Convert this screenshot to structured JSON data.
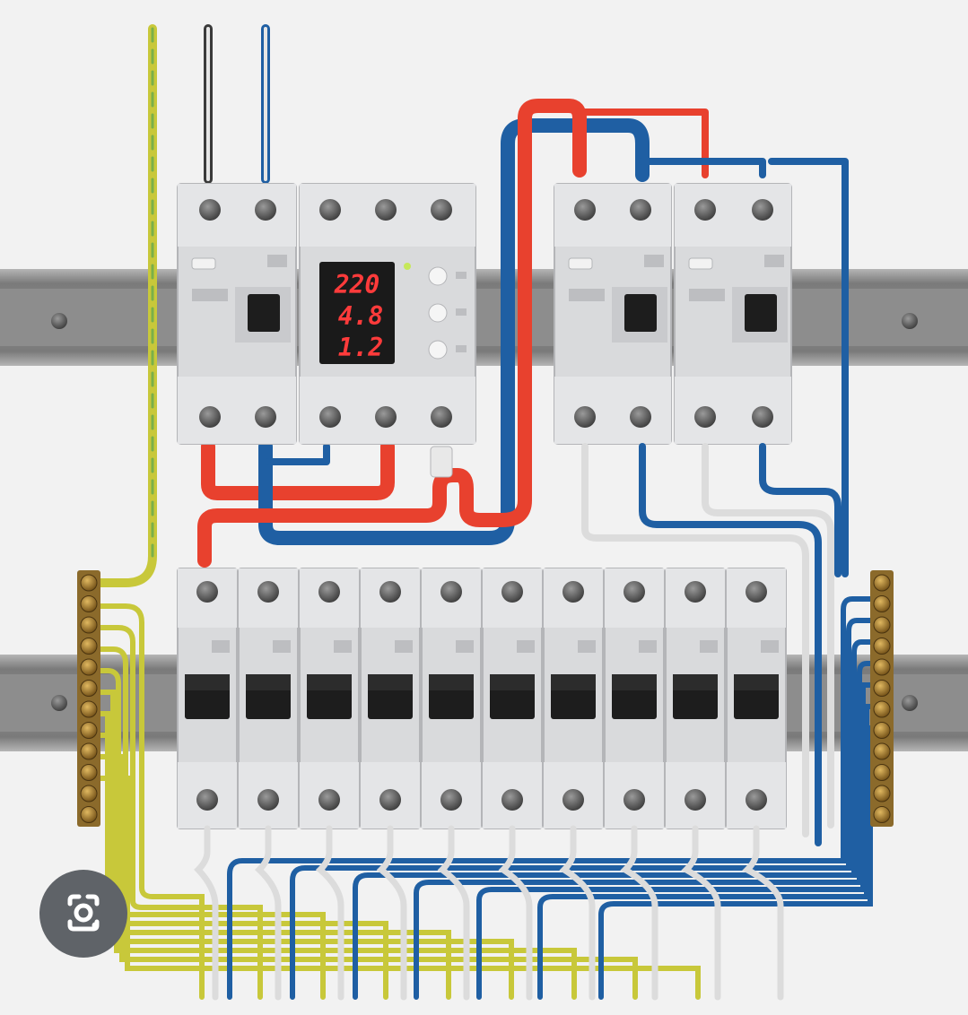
{
  "meter": {
    "voltage": "220",
    "current": "4.8",
    "power": "1.2"
  },
  "panel": {
    "top_breaker_modules": 3,
    "bottom_breaker_count": 10,
    "bus_terminals": 12
  },
  "colors": {
    "background": "#f2f2f2",
    "rail": "#8a8a8a",
    "breaker_body": "#d9dadc",
    "meter_screen": "#1a1a1a",
    "meter_digits": "#ff3b3b",
    "phase_wire": "#e8412e",
    "neutral_wire": "#1f5fa3",
    "earth_wire": "#c8c83a",
    "bus_bar": "#8b6a2b"
  },
  "icons": {
    "lens": "google-lens-icon"
  }
}
